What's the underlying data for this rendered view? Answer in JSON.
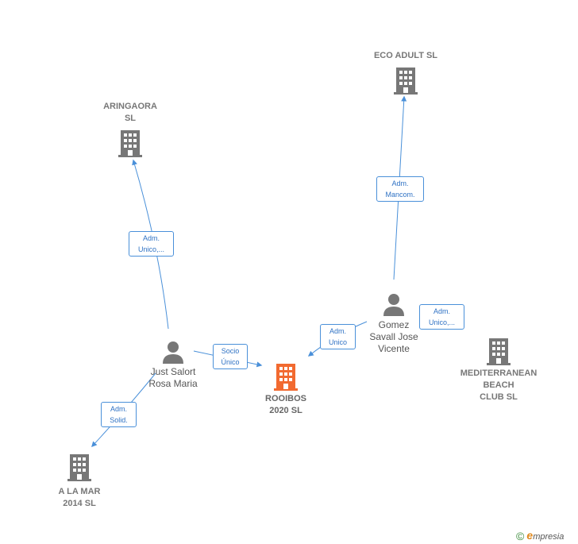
{
  "nodes": {
    "eco_adult": {
      "label": [
        "ECO ADULT  SL"
      ]
    },
    "aringaora": {
      "label": [
        "ARINGAORA",
        "SL"
      ]
    },
    "gomez": {
      "label": [
        "Gomez",
        "Savall Jose",
        "Vicente"
      ]
    },
    "just_salort": {
      "label": [
        "Just Salort",
        "Rosa Maria"
      ]
    },
    "rooibos": {
      "label": [
        "ROOIBOS",
        "2020  SL"
      ]
    },
    "mediterranean": {
      "label": [
        "MEDITERRANEAN",
        "BEACH",
        "CLUB  SL"
      ]
    },
    "a_la_mar": {
      "label": [
        "A LA MAR",
        "2014  SL"
      ]
    }
  },
  "badges": {
    "adm_mancom": [
      "Adm.",
      "Mancom."
    ],
    "adm_unico_aringaora": [
      "Adm.",
      "Unico,..."
    ],
    "adm_unico_gomez_rooibos": [
      "Adm.",
      "Unico"
    ],
    "adm_unico_gomez_med": [
      "Adm.",
      "Unico,..."
    ],
    "socio_unico": [
      "Socio",
      "Único"
    ],
    "adm_solid": [
      "Adm.",
      "Solid."
    ]
  },
  "colors": {
    "edge": "#4a90d9",
    "building": "#777777",
    "focus_building": "#f26a30",
    "person": "#777777"
  },
  "brand": {
    "copyright": "©",
    "e": "e",
    "rest": "mpresia"
  }
}
